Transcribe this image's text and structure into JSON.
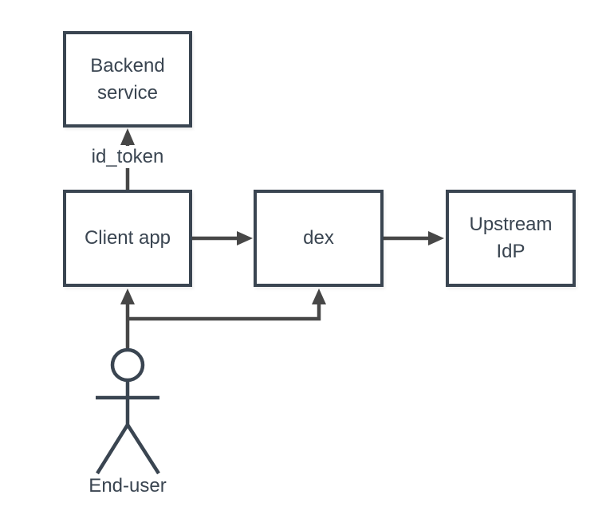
{
  "diagram": {
    "nodes": {
      "backend_service": {
        "label": "Backend service"
      },
      "client_app": {
        "label": "Client app"
      },
      "dex": {
        "label": "dex"
      },
      "upstream_idp": {
        "label": "Upstream IdP"
      }
    },
    "labels": {
      "id_token": "id_token",
      "end_user": "End-user"
    },
    "colors": {
      "node_stroke": "#3A4551",
      "node_fill": "#FFFFFF",
      "edge": "#474747",
      "text": "#3A4551",
      "background": "#FFFFFF"
    }
  }
}
